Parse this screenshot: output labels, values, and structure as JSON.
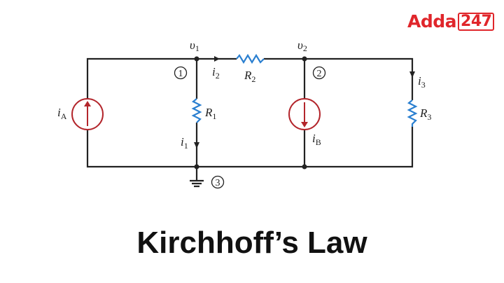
{
  "logo": {
    "brand": "Adda",
    "number": "247"
  },
  "title": "Kirchhoff’s Law",
  "circuit": {
    "v1": "υ",
    "v1_sub": "1",
    "v2": "υ",
    "v2_sub": "2",
    "node1": "1",
    "node2": "2",
    "node3": "3",
    "i2": "i",
    "i2_sub": "2",
    "R2": "R",
    "R2_sub": "2",
    "R1": "R",
    "R1_sub": "1",
    "i1": "i",
    "i1_sub": "1",
    "iA": "i",
    "iA_sub": "A",
    "iB": "i",
    "iB_sub": "B",
    "i3": "i",
    "i3_sub": "3",
    "R3": "R",
    "R3_sub": "3"
  },
  "colors": {
    "wire": "#222222",
    "resistor": "#2a7fd0",
    "source": "#b3262c",
    "logo": "#e0262b"
  }
}
